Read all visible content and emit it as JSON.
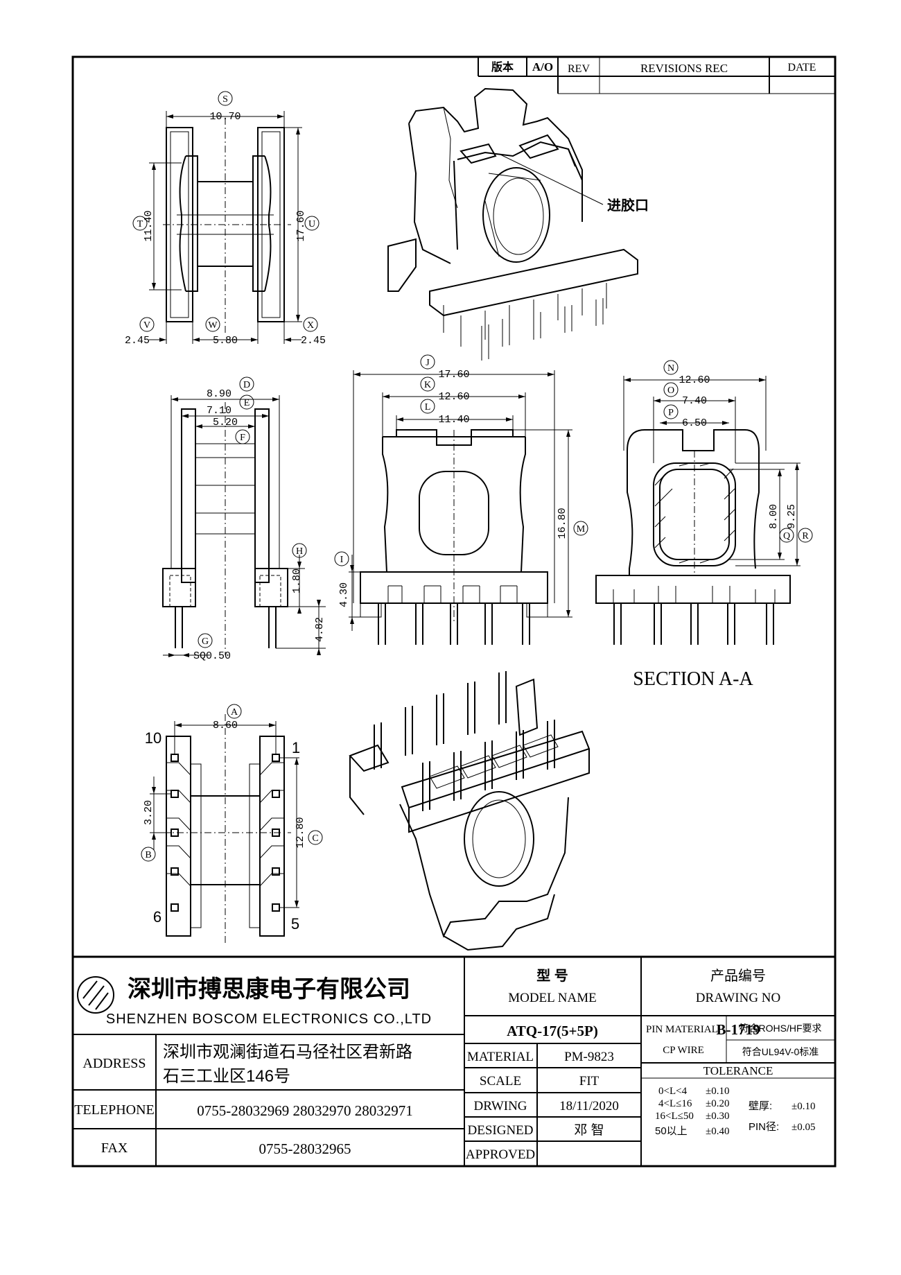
{
  "revision_block": {
    "version_label": "版本",
    "version_value": "A/O",
    "rev_label": "REV",
    "revisions_label": "REVISIONS REC",
    "date_label": "DATE"
  },
  "top_view": {
    "dims": {
      "S": "10.70",
      "T": "11.40",
      "U": "17.60",
      "V": "2.45",
      "W": "5.80",
      "X": "2.45"
    },
    "letters": [
      "S",
      "T",
      "U",
      "V",
      "W",
      "X"
    ]
  },
  "iso_top": {
    "gate_label": "进胶口"
  },
  "side_view": {
    "dims": {
      "D": "8.90",
      "E": "7.10",
      "F": "5.20",
      "H": "1.80",
      "H2": "4.82",
      "G": "SQ0.50"
    },
    "letters": [
      "D",
      "E",
      "F",
      "G",
      "H"
    ]
  },
  "front_view": {
    "dims": {
      "J": "17.60",
      "K": "12.60",
      "L": "11.40",
      "M": "16.80",
      "I": "4.30"
    },
    "letters": [
      "J",
      "K",
      "L",
      "M",
      "I"
    ]
  },
  "section_view": {
    "dims": {
      "N": "12.60",
      "O": "7.40",
      "P": "6.50",
      "Q": "8.00",
      "R": "9.25"
    },
    "letters": [
      "N",
      "O",
      "P",
      "Q",
      "R"
    ],
    "title": "SECTION A-A"
  },
  "bottom_view": {
    "dims": {
      "A": "8.60",
      "B": "3.20",
      "C": "12.80"
    },
    "letters": [
      "A",
      "B",
      "C"
    ],
    "pins": {
      "p10": "10",
      "p1": "1",
      "p6": "6",
      "p5": "5"
    }
  },
  "title_block": {
    "company_cn": "深圳市搏思康电子有限公司",
    "company_en": "SHENZHEN BOSCOM ELECTRONICS CO.,LTD",
    "model_name_cn": "型    号",
    "model_name_en": "MODEL NAME",
    "drawing_no_cn": "产品编号",
    "drawing_no_en": "DRAWING NO",
    "model_value": "ATQ-17(5+5P)",
    "drawing_value": "B-1719",
    "address_label": "ADDRESS",
    "address_line1": "深圳市观澜街道石马径社区君新路",
    "address_line2": "石三工业区146号",
    "telephone_label": "TELEPHONE",
    "telephone_value": "0755-28032969 28032970 28032971",
    "fax_label": "FAX",
    "fax_value": "0755-28032965",
    "material_label": "MATERIAL",
    "material_value": "PM-9823",
    "scale_label": "SCALE",
    "scale_value": "FIT",
    "drwing_label": "DRWING",
    "drwing_value": "18/11/2020",
    "designed_label": "DESIGNED",
    "designed_value": "邓  智",
    "approved_label": "APPROVED",
    "pin_material_label": "PIN MATERIAL:",
    "pin_material_value": "CP WIRE",
    "rohs": "符合ROHS/HF要求",
    "ul": "符合UL94V-0标准",
    "tolerance_label": "TOLERANCE",
    "tol_rows": [
      {
        "range": "0<L<4",
        "tol": "±0.10"
      },
      {
        "range": "4<L≤16",
        "tol": "±0.20"
      },
      {
        "range": "16<L≤50",
        "tol": "±0.30"
      },
      {
        "range": "50以上",
        "tol": "±0.40"
      }
    ],
    "wall_label": "壁厚:",
    "wall_tol": "±0.10",
    "pin_dia_label": "PIN径:",
    "pin_dia_tol": "±0.05"
  }
}
